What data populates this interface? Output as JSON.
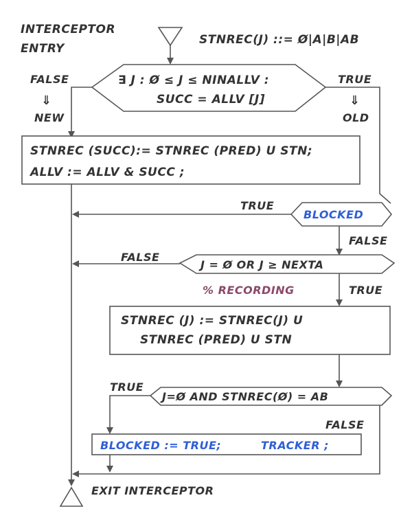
{
  "entry": {
    "line1": "INTERCEPTOR",
    "line2": "ENTRY"
  },
  "type_def": "STNREC(J) ::= Ø|A|B|AB",
  "decision1": {
    "line1": "∃ J : Ø ≤ J ≤ NINALLV :",
    "line2": "SUCC = ALLV [J]",
    "false_label": "FALSE",
    "new_label": "NEW",
    "true_label": "TRUE",
    "old_label": "OLD",
    "down_arrow": "⇓"
  },
  "process1": {
    "line1": "STNREC (SUCC):= STNREC (PRED) U STN;",
    "line2": "ALLV := ALLV & SUCC ;"
  },
  "decision2": {
    "text": "BLOCKED",
    "true_label": "TRUE",
    "false_label": "FALSE",
    "text_color": "#2f5fd6"
  },
  "decision3": {
    "text": "J = Ø OR J ≥ NEXTA",
    "false_label": "FALSE",
    "true_label": "TRUE",
    "comment": "% RECORDING"
  },
  "process2": {
    "line1": "STNREC (J) := STNREC(J) U",
    "line2": "STNREC (PRED) U STN"
  },
  "decision4": {
    "text": "J=Ø AND STNREC(Ø) = AB",
    "true_label": "TRUE",
    "false_label": "FALSE"
  },
  "process3": {
    "part1": "BLOCKED := TRUE;",
    "part2": "TRACKER ;",
    "text_color": "#2f5fd6"
  },
  "exit_label": "EXIT INTERCEPTOR"
}
